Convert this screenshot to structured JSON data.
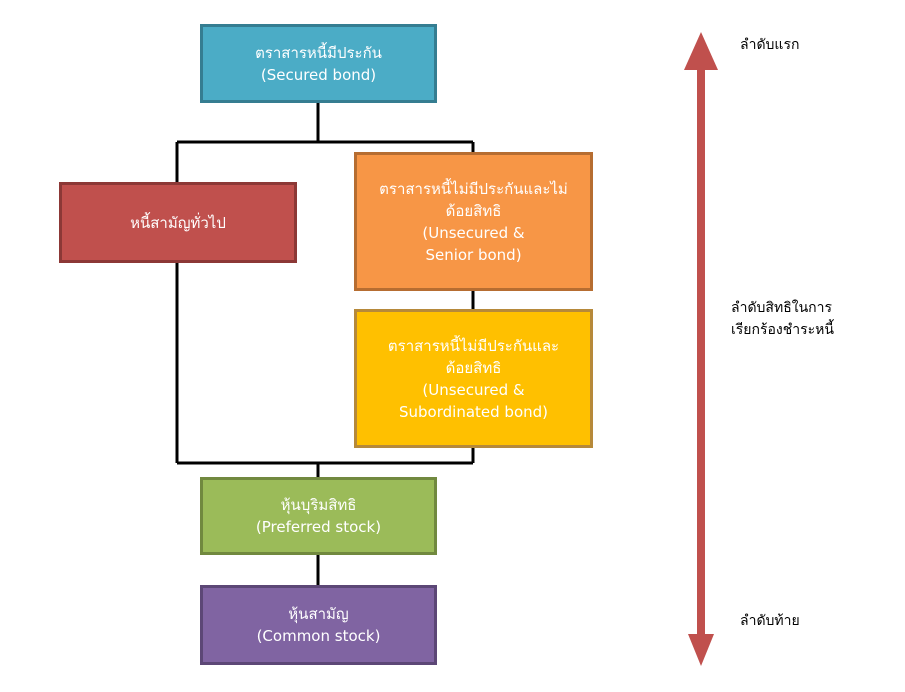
{
  "boxes": {
    "secured": {
      "thai": "ตราสารหนี้มีประกัน",
      "en": "(Secured bond)",
      "color": "#4BACC6"
    },
    "general": {
      "thai": "หนี้สามัญทั่วไป",
      "color": "#C0504D"
    },
    "senior": {
      "thai1": "ตราสารหนี้ไม่มีประกันและไม่",
      "thai2": "ด้อยสิทธิ",
      "en1": "(Unsecured &",
      "en2": "Senior bond)",
      "color": "#F79646"
    },
    "subordinated": {
      "thai1": "ตราสารหนี้ไม่มีประกันและ",
      "thai2": "ด้อยสิทธิ",
      "en1": "(Unsecured &",
      "en2": "Subordinated bond)",
      "color": "#FFC000"
    },
    "preferred": {
      "thai": "หุ้นบุริมสิทธิ",
      "en": "(Preferred stock)",
      "color": "#9BBB59"
    },
    "common": {
      "thai": "หุ้นสามัญ",
      "en": "(Common stock)",
      "color": "#8064A2"
    }
  },
  "axis": {
    "top": "ลำดับแรก",
    "middle1": "ลำดับสิทธิในการ",
    "middle2": "เรียกร้องชำระหนี้",
    "bottom": "ลำดับท้าย",
    "color": "#C0504D"
  }
}
